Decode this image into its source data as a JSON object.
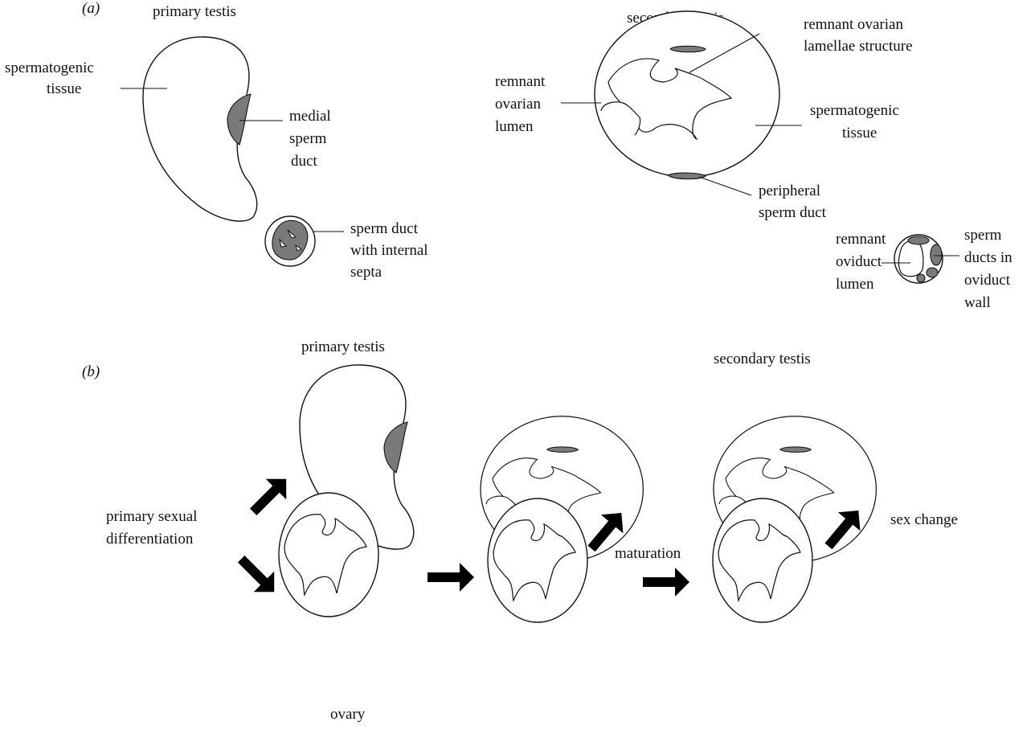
{
  "panel_a": {
    "tag": "(a)",
    "primary_title": "primary testis",
    "secondary_title": "secondary testis",
    "primary_labels": {
      "spermatogenic_1": "spermatogenic",
      "spermatogenic_2": "tissue",
      "medial_1": "medial",
      "medial_2": "sperm",
      "medial_3": "duct",
      "septa_1": "sperm duct",
      "septa_2": "with internal",
      "septa_3": "septa"
    },
    "secondary_labels": {
      "remnant_lumen_1": "remnant",
      "remnant_lumen_2": "ovarian",
      "remnant_lumen_3": "lumen",
      "lamellae_1": "remnant ovarian",
      "lamellae_2": "lamellae structure",
      "spermatogenic_1": "spermatogenic",
      "spermatogenic_2": "tissue",
      "peripheral_1": "peripheral",
      "peripheral_2": "sperm duct",
      "oviduct_lumen_1": "remnant",
      "oviduct_lumen_2": "oviduct",
      "oviduct_lumen_3": "lumen",
      "ducts_wall_1": "sperm",
      "ducts_wall_2": "ducts in",
      "ducts_wall_3": "oviduct",
      "ducts_wall_4": "wall"
    }
  },
  "panel_b": {
    "tag": "(b)",
    "primary_title": "primary testis",
    "secondary_title": "secondary testis",
    "differentiation_1": "primary sexual",
    "differentiation_2": "differentiation",
    "ovary": "ovary",
    "maturation": "maturation",
    "sex_change": "sex change"
  },
  "colors": {
    "duct_fill": "#7a7a7a",
    "stroke": "#111111",
    "arrow": "#000000"
  }
}
